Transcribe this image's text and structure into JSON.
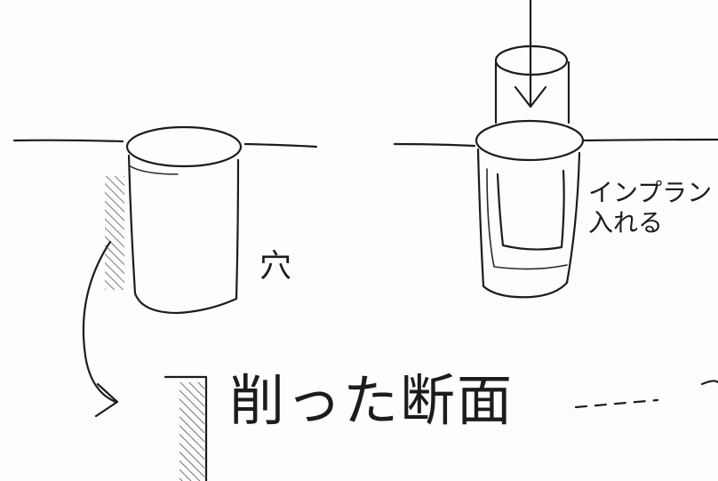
{
  "labels": {
    "hole": "穴",
    "implant_line1": "インプラント",
    "implant_line2": "入れる",
    "cut_section": "削った断面"
  }
}
